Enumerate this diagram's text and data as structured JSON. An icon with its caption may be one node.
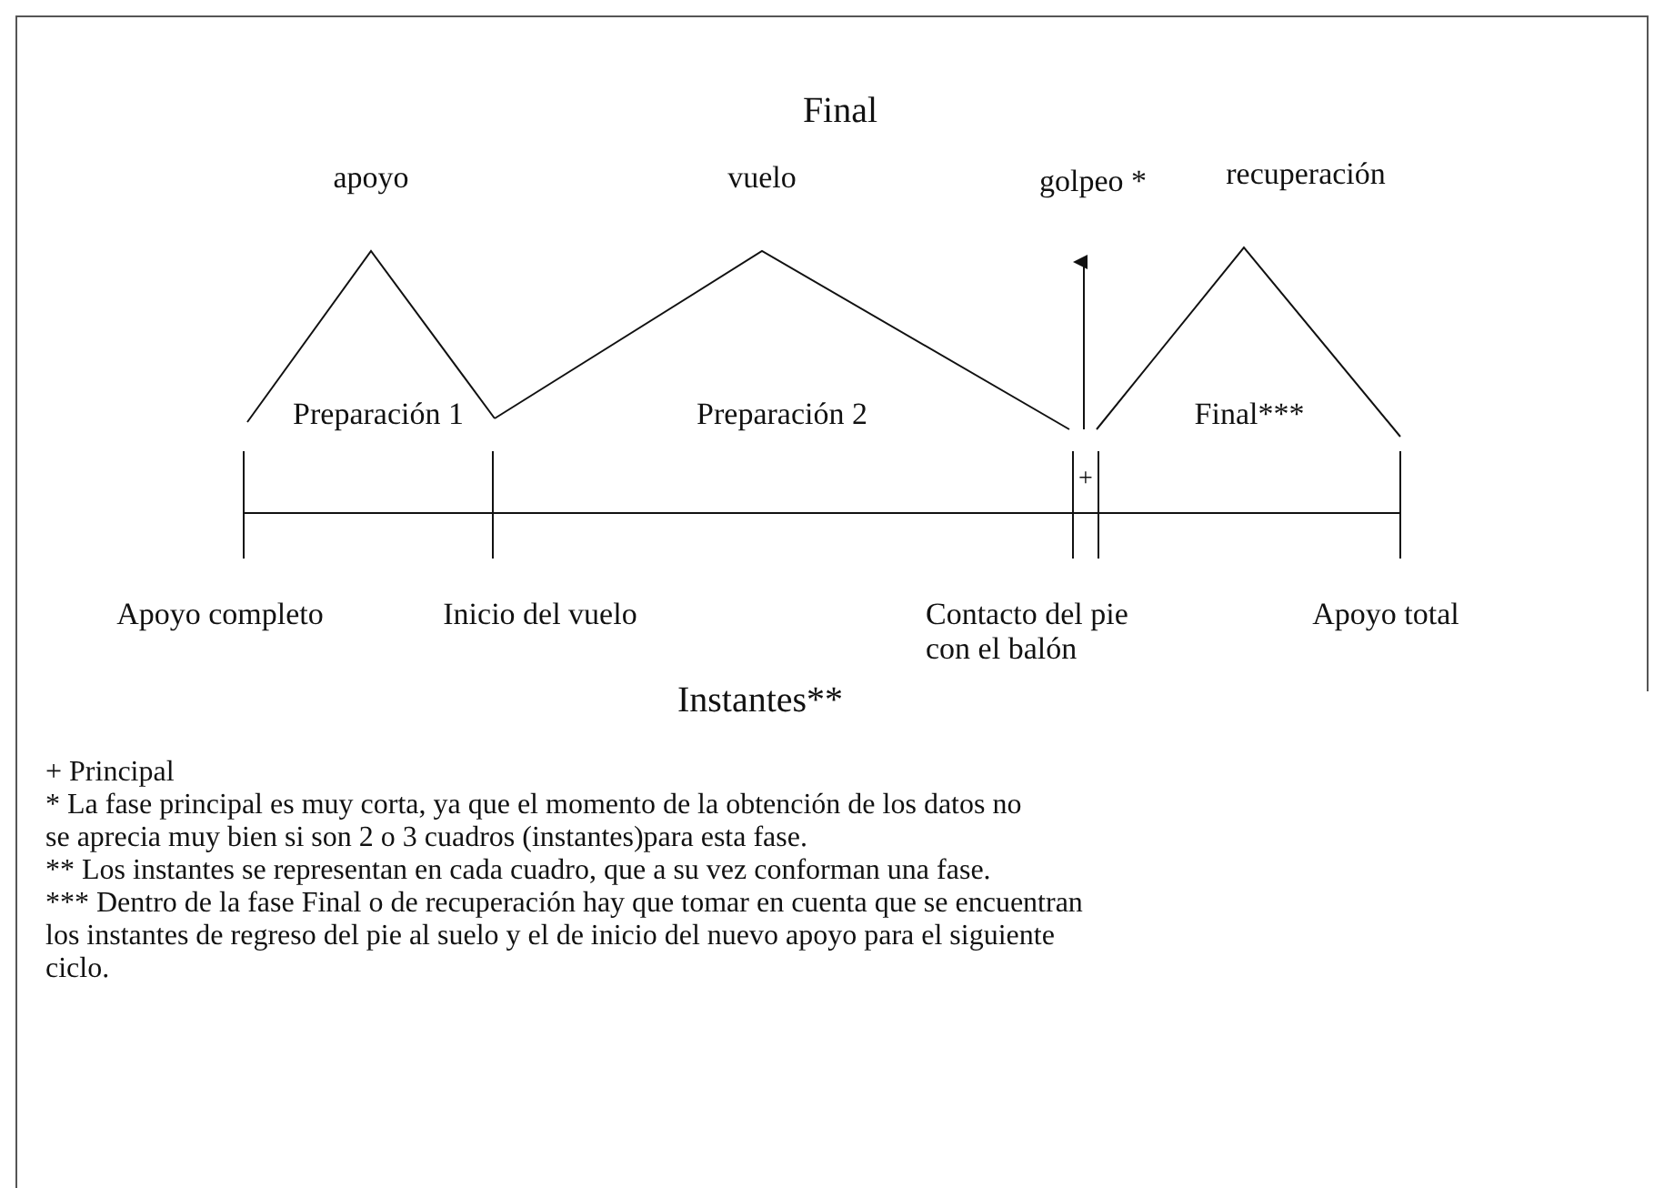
{
  "diagram": {
    "labels": [
      "Final",
      "apoyo",
      "vuelo",
      "golpeo *",
      "recuperación",
      "Preparación 1",
      "Preparación 2",
      "Final***",
      "+",
      "Apoyo completo",
      "Inicio del vuelo",
      "Contacto del pie con el balón",
      "Apoyo total",
      "Instantes**",
      "+ Principal",
      "* La fase principal es muy corta, ya que el momento de la obtención de los datos no se aprecia muy bien si son 2 o 3 cuadros (instantes)para esta fase.",
      "** Los instantes se representan en cada cuadro, que a su vez conforman una fase.",
      "*** Dentro de la fase Final o de recuperación hay que tomar en cuenta que se encuentran los instantes de regreso del pie al suelo y el de inicio del nuevo apoyo para el siguiente ciclo."
    ]
  }
}
